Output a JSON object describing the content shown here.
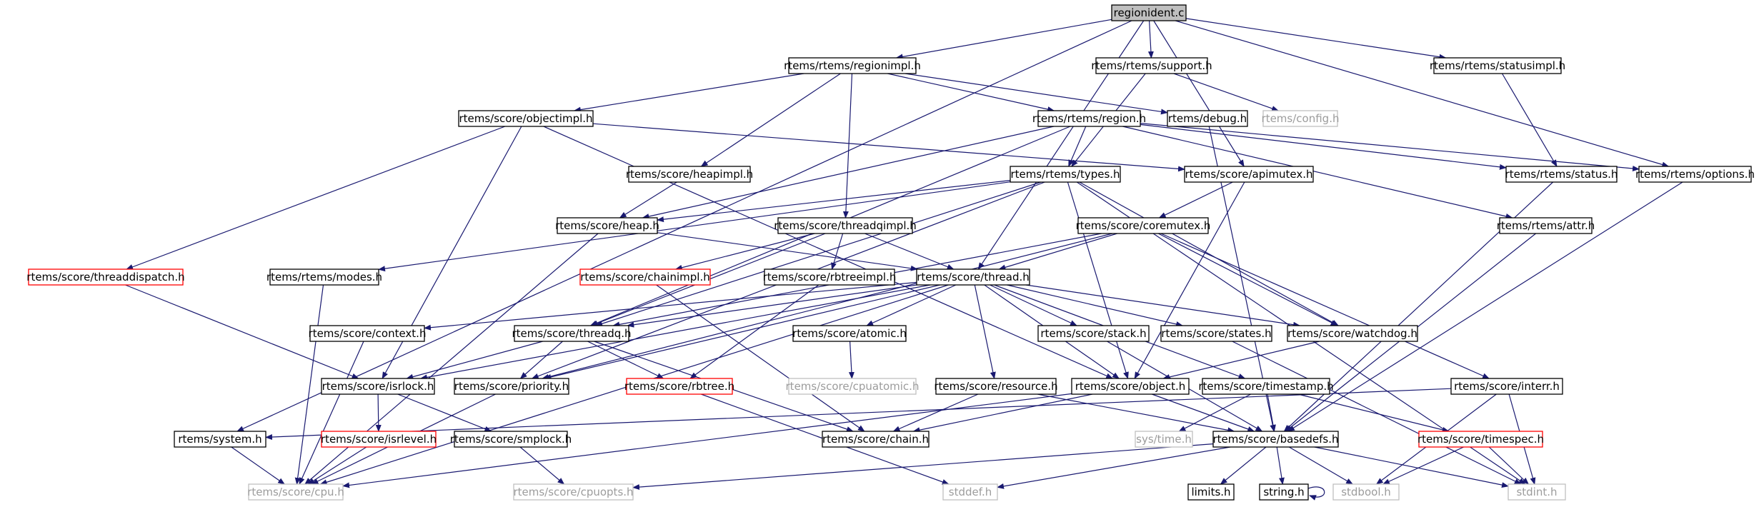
{
  "graph": {
    "nodes": [
      {
        "id": "root",
        "label": "regionident.c",
        "style": "root"
      },
      {
        "id": "regionimpl",
        "label": "rtems/rtems/regionimpl.h",
        "style": "normal"
      },
      {
        "id": "support",
        "label": "rtems/rtems/support.h",
        "style": "normal"
      },
      {
        "id": "statusimpl",
        "label": "rtems/rtems/statusimpl.h",
        "style": "normal"
      },
      {
        "id": "objectimpl",
        "label": "rtems/score/objectimpl.h",
        "style": "normal"
      },
      {
        "id": "region",
        "label": "rtems/rtems/region.h",
        "style": "normal"
      },
      {
        "id": "debug",
        "label": "rtems/debug.h",
        "style": "normal"
      },
      {
        "id": "config",
        "label": "rtems/config.h",
        "style": "external"
      },
      {
        "id": "heapimpl",
        "label": "rtems/score/heapimpl.h",
        "style": "normal"
      },
      {
        "id": "types",
        "label": "rtems/rtems/types.h",
        "style": "normal"
      },
      {
        "id": "apimutex",
        "label": "rtems/score/apimutex.h",
        "style": "normal"
      },
      {
        "id": "status",
        "label": "rtems/rtems/status.h",
        "style": "normal"
      },
      {
        "id": "options",
        "label": "rtems/rtems/options.h",
        "style": "normal"
      },
      {
        "id": "heap",
        "label": "rtems/score/heap.h",
        "style": "normal"
      },
      {
        "id": "threadqimpl",
        "label": "rtems/score/threadqimpl.h",
        "style": "normal"
      },
      {
        "id": "coremutex",
        "label": "rtems/score/coremutex.h",
        "style": "normal"
      },
      {
        "id": "attr",
        "label": "rtems/rtems/attr.h",
        "style": "normal"
      },
      {
        "id": "threaddispatch",
        "label": "rtems/score/threaddispatch.h",
        "style": "truncated"
      },
      {
        "id": "modes",
        "label": "rtems/rtems/modes.h",
        "style": "normal"
      },
      {
        "id": "chainimpl",
        "label": "rtems/score/chainimpl.h",
        "style": "truncated"
      },
      {
        "id": "rbtreeimpl",
        "label": "rtems/score/rbtreeimpl.h",
        "style": "normal"
      },
      {
        "id": "thread",
        "label": "rtems/score/thread.h",
        "style": "normal"
      },
      {
        "id": "context",
        "label": "rtems/score/context.h",
        "style": "normal"
      },
      {
        "id": "threadq",
        "label": "rtems/score/threadq.h",
        "style": "normal"
      },
      {
        "id": "atomic",
        "label": "rtems/score/atomic.h",
        "style": "normal"
      },
      {
        "id": "stack",
        "label": "rtems/score/stack.h",
        "style": "normal"
      },
      {
        "id": "states",
        "label": "rtems/score/states.h",
        "style": "normal"
      },
      {
        "id": "watchdog",
        "label": "rtems/score/watchdog.h",
        "style": "normal"
      },
      {
        "id": "isrlock",
        "label": "rtems/score/isrlock.h",
        "style": "normal"
      },
      {
        "id": "priority",
        "label": "rtems/score/priority.h",
        "style": "normal"
      },
      {
        "id": "rbtree",
        "label": "rtems/score/rbtree.h",
        "style": "truncated"
      },
      {
        "id": "cpuatomic",
        "label": "rtems/score/cpuatomic.h",
        "style": "external"
      },
      {
        "id": "resource",
        "label": "rtems/score/resource.h",
        "style": "normal"
      },
      {
        "id": "object",
        "label": "rtems/score/object.h",
        "style": "normal"
      },
      {
        "id": "timestamp",
        "label": "rtems/score/timestamp.h",
        "style": "normal"
      },
      {
        "id": "interr",
        "label": "rtems/score/interr.h",
        "style": "normal"
      },
      {
        "id": "system",
        "label": "rtems/system.h",
        "style": "normal"
      },
      {
        "id": "isrlevel",
        "label": "rtems/score/isrlevel.h",
        "style": "truncated"
      },
      {
        "id": "smplock",
        "label": "rtems/score/smplock.h",
        "style": "normal"
      },
      {
        "id": "chain",
        "label": "rtems/score/chain.h",
        "style": "normal"
      },
      {
        "id": "systime",
        "label": "sys/time.h",
        "style": "external"
      },
      {
        "id": "basedefs",
        "label": "rtems/score/basedefs.h",
        "style": "normal"
      },
      {
        "id": "timespec",
        "label": "rtems/score/timespec.h",
        "style": "truncated"
      },
      {
        "id": "cpu",
        "label": "rtems/score/cpu.h",
        "style": "external"
      },
      {
        "id": "cpuopts",
        "label": "rtems/score/cpuopts.h",
        "style": "external"
      },
      {
        "id": "stddef",
        "label": "stddef.h",
        "style": "external"
      },
      {
        "id": "limits",
        "label": "limits.h",
        "style": "normal"
      },
      {
        "id": "string",
        "label": "string.h",
        "style": "normal"
      },
      {
        "id": "stdbool",
        "label": "stdbool.h",
        "style": "external"
      },
      {
        "id": "stdint",
        "label": "stdint.h",
        "style": "external"
      }
    ],
    "edges": [
      [
        "root",
        "regionimpl"
      ],
      [
        "root",
        "support"
      ],
      [
        "root",
        "statusimpl"
      ],
      [
        "root",
        "options"
      ],
      [
        "root",
        "apimutex"
      ],
      [
        "root",
        "thread"
      ],
      [
        "root",
        "system"
      ],
      [
        "regionimpl",
        "objectimpl"
      ],
      [
        "regionimpl",
        "heapimpl"
      ],
      [
        "regionimpl",
        "threadqimpl"
      ],
      [
        "regionimpl",
        "region"
      ],
      [
        "regionimpl",
        "debug"
      ],
      [
        "support",
        "types"
      ],
      [
        "support",
        "config"
      ],
      [
        "statusimpl",
        "status"
      ],
      [
        "objectimpl",
        "threaddispatch"
      ],
      [
        "objectimpl",
        "isrlock"
      ],
      [
        "objectimpl",
        "apimutex"
      ],
      [
        "objectimpl",
        "object"
      ],
      [
        "region",
        "types"
      ],
      [
        "region",
        "attr"
      ],
      [
        "region",
        "options"
      ],
      [
        "region",
        "heap"
      ],
      [
        "region",
        "status"
      ],
      [
        "region",
        "threadq"
      ],
      [
        "debug",
        "basedefs"
      ],
      [
        "heapimpl",
        "heap"
      ],
      [
        "types",
        "heap"
      ],
      [
        "types",
        "modes"
      ],
      [
        "types",
        "threadq"
      ],
      [
        "types",
        "priority"
      ],
      [
        "types",
        "watchdog"
      ],
      [
        "types",
        "object"
      ],
      [
        "types",
        "stdint"
      ],
      [
        "apimutex",
        "coremutex"
      ],
      [
        "apimutex",
        "object"
      ],
      [
        "status",
        "basedefs"
      ],
      [
        "options",
        "basedefs"
      ],
      [
        "heap",
        "thread"
      ],
      [
        "heap",
        "cpu"
      ],
      [
        "threadqimpl",
        "chainimpl"
      ],
      [
        "threadqimpl",
        "rbtreeimpl"
      ],
      [
        "threadqimpl",
        "thread"
      ],
      [
        "threadqimpl",
        "threadq"
      ],
      [
        "coremutex",
        "thread"
      ],
      [
        "coremutex",
        "threadq"
      ],
      [
        "coremutex",
        "priority"
      ],
      [
        "coremutex",
        "watchdog"
      ],
      [
        "coremutex",
        "interr"
      ],
      [
        "attr",
        "basedefs"
      ],
      [
        "threaddispatch",
        "isrlock"
      ],
      [
        "modes",
        "cpu"
      ],
      [
        "chainimpl",
        "chain"
      ],
      [
        "rbtreeimpl",
        "rbtree"
      ],
      [
        "thread",
        "context"
      ],
      [
        "thread",
        "threadq"
      ],
      [
        "thread",
        "atomic"
      ],
      [
        "thread",
        "stack"
      ],
      [
        "thread",
        "states"
      ],
      [
        "thread",
        "watchdog"
      ],
      [
        "thread",
        "isrlock"
      ],
      [
        "thread",
        "priority"
      ],
      [
        "thread",
        "resource"
      ],
      [
        "thread",
        "object"
      ],
      [
        "thread",
        "timestamp"
      ],
      [
        "thread",
        "cpu"
      ],
      [
        "context",
        "cpu"
      ],
      [
        "threadq",
        "isrlock"
      ],
      [
        "threadq",
        "priority"
      ],
      [
        "threadq",
        "rbtree"
      ],
      [
        "threadq",
        "chain"
      ],
      [
        "atomic",
        "cpuatomic"
      ],
      [
        "stack",
        "basedefs"
      ],
      [
        "states",
        "stdint"
      ],
      [
        "watchdog",
        "object"
      ],
      [
        "isrlock",
        "isrlevel"
      ],
      [
        "isrlock",
        "smplock"
      ],
      [
        "priority",
        "cpu"
      ],
      [
        "rbtree",
        "stddef"
      ],
      [
        "resource",
        "basedefs"
      ],
      [
        "resource",
        "chain"
      ],
      [
        "object",
        "basedefs"
      ],
      [
        "object",
        "chain"
      ],
      [
        "object",
        "cpu"
      ],
      [
        "timestamp",
        "basedefs"
      ],
      [
        "timestamp",
        "systime"
      ],
      [
        "timestamp",
        "timespec"
      ],
      [
        "interr",
        "system"
      ],
      [
        "interr",
        "stdbool"
      ],
      [
        "interr",
        "stdint"
      ],
      [
        "system",
        "cpu"
      ],
      [
        "isrlevel",
        "cpu"
      ],
      [
        "smplock",
        "cpuopts"
      ],
      [
        "basedefs",
        "cpuopts"
      ],
      [
        "basedefs",
        "stddef"
      ],
      [
        "basedefs",
        "limits"
      ],
      [
        "basedefs",
        "string"
      ],
      [
        "basedefs",
        "stdbool"
      ],
      [
        "basedefs",
        "stdint"
      ],
      [
        "timespec",
        "stdbool"
      ],
      [
        "timespec",
        "stdint"
      ],
      [
        "string",
        "string"
      ]
    ]
  },
  "colors": {
    "edge": "#191970",
    "normal_border": "#000000",
    "root_fill": "#bfbfbf",
    "truncated_border": "#ff0000",
    "external_border": "#bfbfbf",
    "external_text": "#9c9c9c",
    "text": "#000000"
  }
}
